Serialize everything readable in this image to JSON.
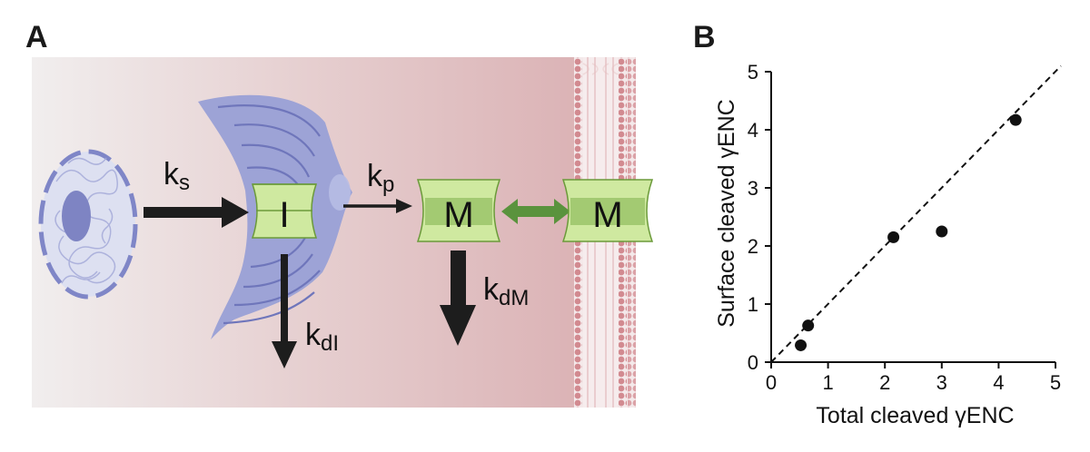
{
  "panels": {
    "a": "A",
    "b": "B"
  },
  "diagram": {
    "ks": {
      "main": "k",
      "sub": "s"
    },
    "kp": {
      "main": "k",
      "sub": "p"
    },
    "kdI": {
      "main": "k",
      "sub": "dI"
    },
    "kdM": {
      "main": "k",
      "sub": "dM"
    },
    "channel_i": "I",
    "channel_m_golgi": "M",
    "channel_m_membrane": "M"
  },
  "chart_data": {
    "type": "scatter",
    "xlabel": "Total cleaved γENC",
    "ylabel": "Surface cleaved γENC",
    "xlim": [
      0,
      5
    ],
    "ylim": [
      0,
      5
    ],
    "xticks": [
      0,
      1,
      2,
      3,
      4,
      5
    ],
    "yticks": [
      0,
      1,
      2,
      3,
      4,
      5
    ],
    "points": [
      {
        "x": 0.52,
        "y": 0.29
      },
      {
        "x": 0.65,
        "y": 0.63
      },
      {
        "x": 2.15,
        "y": 2.15
      },
      {
        "x": 3.0,
        "y": 2.25
      },
      {
        "x": 4.3,
        "y": 4.17
      }
    ],
    "reference_line": {
      "style": "dashed",
      "from": [
        0,
        0
      ],
      "to": [
        5.25,
        5.1
      ]
    },
    "grid": false
  }
}
